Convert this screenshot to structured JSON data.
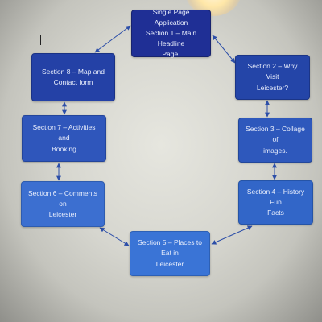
{
  "diagram": {
    "nodes": [
      {
        "id": "n1",
        "label": "Single Page Application\nSection 1 – Main Headline\nPage."
      },
      {
        "id": "n2",
        "label": "Section 2 – Why Visit\nLeicester?"
      },
      {
        "id": "n3",
        "label": "Section 3 – Collage of\nimages."
      },
      {
        "id": "n4",
        "label": "Section 4 – History Fun\nFacts"
      },
      {
        "id": "n5",
        "label": "Section 5 – Places to Eat in\nLeicester"
      },
      {
        "id": "n6",
        "label": "Section 6 – Comments on\nLeicester"
      },
      {
        "id": "n7",
        "label": "Section 7 – Activities and\nBooking"
      },
      {
        "id": "n8",
        "label": "Section 8 – Map and\nContact form"
      }
    ],
    "edges": [
      {
        "from": "n1",
        "to": "n2",
        "arrows": "both"
      },
      {
        "from": "n2",
        "to": "n3",
        "arrows": "both"
      },
      {
        "from": "n3",
        "to": "n4",
        "arrows": "both"
      },
      {
        "from": "n4",
        "to": "n5",
        "arrows": "both"
      },
      {
        "from": "n5",
        "to": "n6",
        "arrows": "both"
      },
      {
        "from": "n6",
        "to": "n7",
        "arrows": "both"
      },
      {
        "from": "n7",
        "to": "n8",
        "arrows": "both"
      },
      {
        "from": "n8",
        "to": "n1",
        "arrows": "both"
      }
    ],
    "colors": {
      "edge": "#2c4ea8"
    }
  }
}
